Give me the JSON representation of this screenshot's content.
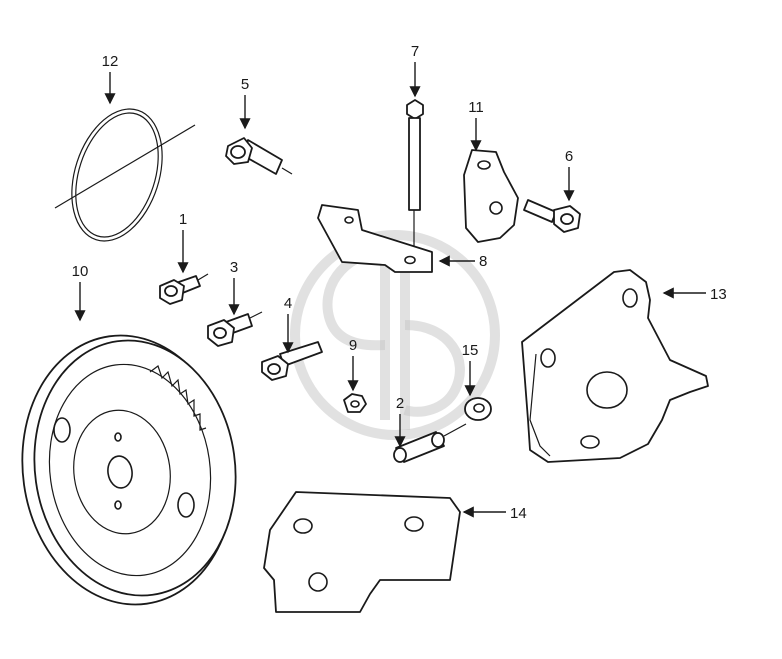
{
  "callouts": [
    {
      "id": "c1",
      "label": "1"
    },
    {
      "id": "c2",
      "label": "2"
    },
    {
      "id": "c3",
      "label": "3"
    },
    {
      "id": "c4",
      "label": "4"
    },
    {
      "id": "c5",
      "label": "5"
    },
    {
      "id": "c6",
      "label": "6"
    },
    {
      "id": "c7",
      "label": "7"
    },
    {
      "id": "c8",
      "label": "8"
    },
    {
      "id": "c9",
      "label": "9"
    },
    {
      "id": "c10",
      "label": "10"
    },
    {
      "id": "c11",
      "label": "11"
    },
    {
      "id": "c12",
      "label": "12"
    },
    {
      "id": "c13",
      "label": "13"
    },
    {
      "id": "c14",
      "label": "14"
    },
    {
      "id": "c15",
      "label": "15"
    }
  ],
  "colors": {
    "line": "#1a1a1a",
    "watermark": "#c8c8c8",
    "background": "#ffffff"
  }
}
